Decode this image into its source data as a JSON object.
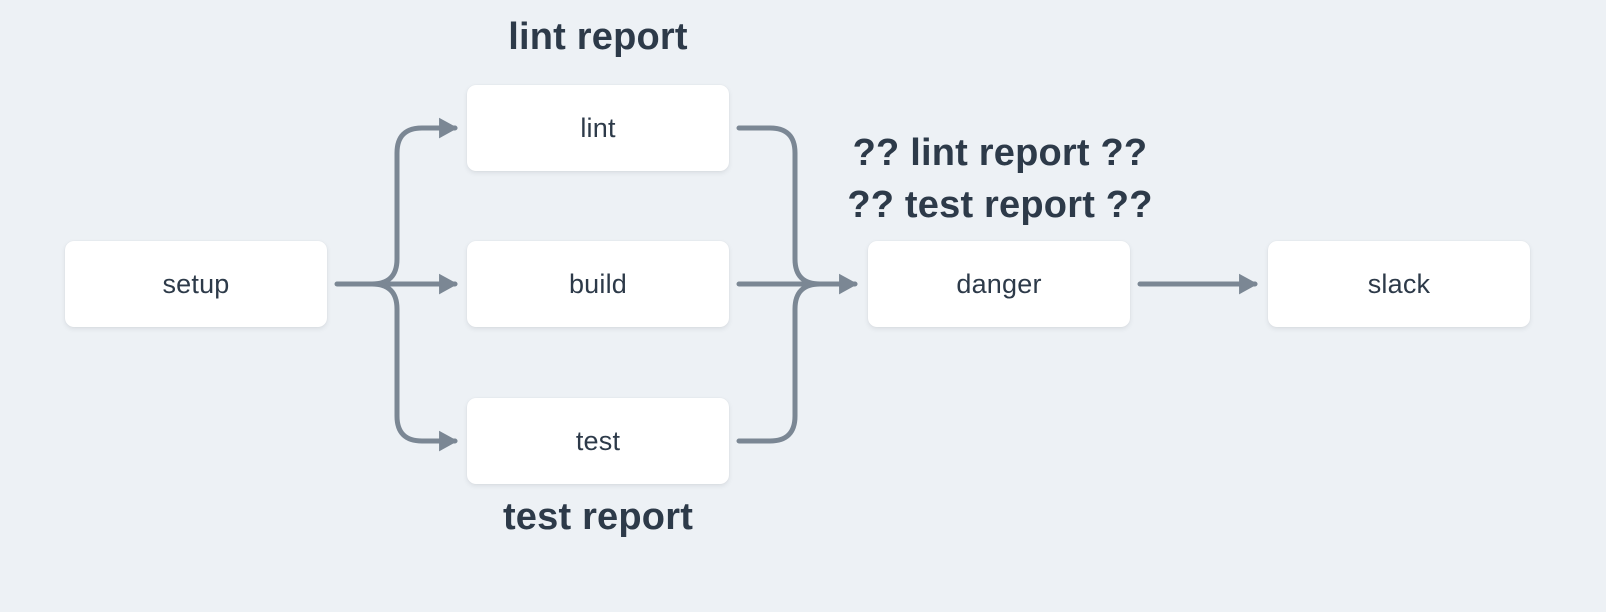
{
  "diagram": {
    "type": "pipeline-flowchart",
    "colors": {
      "background": "#edf1f5",
      "node_fill": "#ffffff",
      "edge": "#7b8794",
      "text": "#2d3a49"
    },
    "nodes": [
      {
        "id": "setup",
        "label": "setup"
      },
      {
        "id": "lint",
        "label": "lint"
      },
      {
        "id": "build",
        "label": "build"
      },
      {
        "id": "test",
        "label": "test"
      },
      {
        "id": "danger",
        "label": "danger"
      },
      {
        "id": "slack",
        "label": "slack"
      }
    ],
    "labels": {
      "lint_report_top": "lint report",
      "test_report_bottom": "test report",
      "danger_annotation_line1": "?? lint report ??",
      "danger_annotation_line2": "?? test report ??"
    },
    "edges": [
      {
        "from": "setup",
        "to": "lint"
      },
      {
        "from": "setup",
        "to": "build"
      },
      {
        "from": "setup",
        "to": "test"
      },
      {
        "from": "lint",
        "to": "danger"
      },
      {
        "from": "build",
        "to": "danger"
      },
      {
        "from": "test",
        "to": "danger"
      },
      {
        "from": "danger",
        "to": "slack"
      }
    ]
  }
}
